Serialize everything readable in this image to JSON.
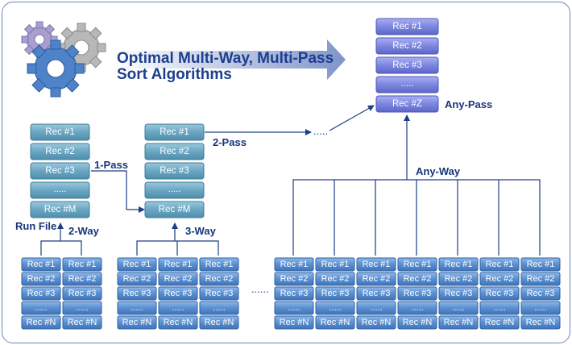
{
  "title": {
    "line1": "Optimal Multi-Way, Multi-Pass",
    "line2": "Sort Algorithms"
  },
  "run_file_stack": {
    "records": [
      "Rec #1",
      "Rec #2",
      "Rec #3",
      ".....",
      "Rec #M"
    ]
  },
  "middle_stack": {
    "records": [
      "Rec #1",
      "Rec #2",
      "Rec #3",
      ".....",
      "Rec #M"
    ]
  },
  "result_stack": {
    "records": [
      "Rec #1",
      "Rec #2",
      "Rec #3",
      ".....",
      "Rec #Z"
    ]
  },
  "input_run": {
    "records": [
      "Rec #1",
      "Rec #2",
      "Rec #3",
      ".....",
      "Rec #N"
    ]
  },
  "labels": {
    "one_pass": "1-Pass",
    "two_pass": "2-Pass",
    "any_pass": "Any-Pass",
    "two_way": "2-Way",
    "three_way": "3-Way",
    "any_way": "Any-Way",
    "run_file": "Run File",
    "ellipsis_bottom": "......",
    "ellipsis_top": "....."
  },
  "colors": {
    "teal_box": "#6aa6c2",
    "blue_box": "#5a8fd0",
    "purple_box": "#7c86e0",
    "line": "#1c3e82",
    "title": "#1d3f8e"
  }
}
